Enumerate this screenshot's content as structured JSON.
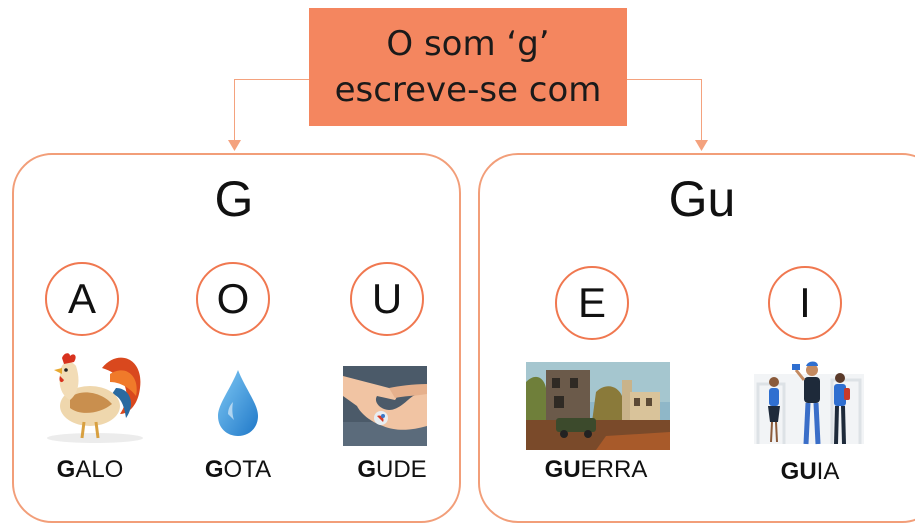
{
  "header": {
    "line1": "O som ‘g’",
    "line2": "escreve-se com"
  },
  "colors": {
    "header_fill": "#f4865f",
    "border": "#f29e79",
    "vowel_border": "#f07850"
  },
  "left_panel": {
    "title": "G",
    "vowels": [
      "A",
      "O",
      "U"
    ],
    "words": [
      {
        "bold": "G",
        "rest": "ALO",
        "image": "rooster"
      },
      {
        "bold": "G",
        "rest": "OTA",
        "image": "water-drop"
      },
      {
        "bold": "G",
        "rest": "UDE",
        "image": "marble-hand"
      }
    ]
  },
  "right_panel": {
    "title": "Gu",
    "vowels": [
      "E",
      "I"
    ],
    "words": [
      {
        "bold": "GU",
        "rest": "ERRA",
        "image": "war-ruins"
      },
      {
        "bold": "GU",
        "rest": "IA",
        "image": "tour-guide"
      }
    ]
  }
}
